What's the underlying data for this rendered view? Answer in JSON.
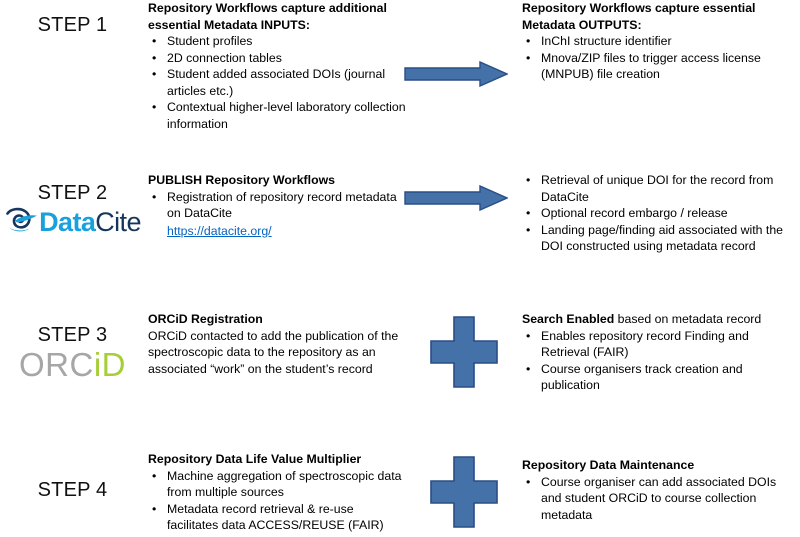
{
  "diagram": {
    "title": "Repository workflow four step metadata lifecycle",
    "accent_blue": "#4472a8",
    "accent_blue_border": "#2a4d86",
    "link_color": "#0563c1",
    "datacite_blue": "#1aa1dd",
    "datacite_navy": "#16355c",
    "orcid_gray": "#a6a6a6",
    "orcid_green": "#a6ce39"
  },
  "steps": [
    {
      "label": "STEP 1",
      "logo": "none",
      "connector": "arrow-right",
      "middle": {
        "title": "Repository Workflows capture additional essential Metadata INPUTS:",
        "items": [
          "Student profiles",
          "2D connection tables",
          "Student added associated DOIs (journal articles etc.)",
          "Contextual higher-level laboratory collection information"
        ]
      },
      "right": {
        "title": "Repository Workflows capture essential Metadata OUTPUTS:",
        "items": [
          "InChI structure identifier",
          "Mnova/ZIP files to trigger access license (MNPUB) file creation"
        ]
      }
    },
    {
      "label": "STEP 2",
      "logo": "datacite",
      "logo_text_bold": "Data",
      "logo_text_regular": "Cite",
      "connector": "arrow-right",
      "middle": {
        "title": "PUBLISH Repository Workflows",
        "items": [
          "Registration of repository record metadata on DataCite"
        ],
        "link_text": "https://datacite.org/"
      },
      "right": {
        "title": "",
        "items": [
          "Retrieval of unique DOI for the record from DataCite",
          "Optional record embargo / release",
          "Landing page/finding aid associated with the DOI constructed using metadata record"
        ]
      }
    },
    {
      "label": "STEP 3",
      "logo": "orcid",
      "logo_text_gray": "ORC",
      "logo_text_green": "iD",
      "connector": "plus",
      "middle": {
        "title": "ORCiD Registration",
        "paragraph": "ORCiD contacted to add the publication of the spectroscopic data to the repository as an associated “work” on the student’s record"
      },
      "right": {
        "title_bold": "Search Enabled",
        "title_rest": " based on metadata record",
        "items": [
          "Enables repository record Finding and Retrieval (FAIR)",
          "Course organisers track creation and publication"
        ]
      }
    },
    {
      "label": "STEP 4",
      "logo": "none",
      "connector": "plus",
      "middle": {
        "title": "Repository Data Life Value Multiplier",
        "items": [
          "Machine aggregation of spectroscopic data from multiple sources",
          "Metadata record retrieval & re-use facilitates data ACCESS/REUSE (FAIR)"
        ]
      },
      "right": {
        "title": "Repository Data Maintenance",
        "items": [
          "Course organiser can add associated DOIs and student ORCiD to course collection metadata"
        ]
      }
    }
  ]
}
